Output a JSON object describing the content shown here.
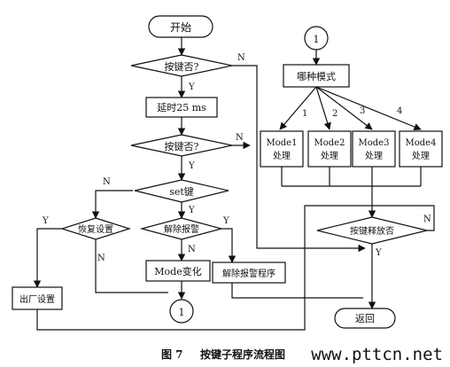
{
  "start": "开始",
  "end": "返回",
  "connector": "1",
  "decisions": {
    "key_pressed_1": "按键否?",
    "key_pressed_2": "按键否?",
    "set_key": "set键",
    "restore_settings": "恢复设置",
    "clear_alarm": "解除报警",
    "key_released": "按键释放否"
  },
  "processes": {
    "delay": "延时25 ms",
    "which_mode": "哪种模式",
    "mode_change": "Mode变化",
    "clear_alarm_program": "解除报警程序",
    "factory_settings": "出厂设置"
  },
  "modes": [
    {
      "name": "Mode1",
      "sub": "处理",
      "branch": "1"
    },
    {
      "name": "Mode2",
      "sub": "处理",
      "branch": "2"
    },
    {
      "name": "Mode3",
      "sub": "处理",
      "branch": "3"
    },
    {
      "name": "Mode4",
      "sub": "处理",
      "branch": "4"
    }
  ],
  "labels": {
    "yes": "Y",
    "no": "N"
  },
  "caption": {
    "figure_no": "图 7",
    "title": "按键子程序流程图",
    "watermark": "www.pttcn.net"
  }
}
